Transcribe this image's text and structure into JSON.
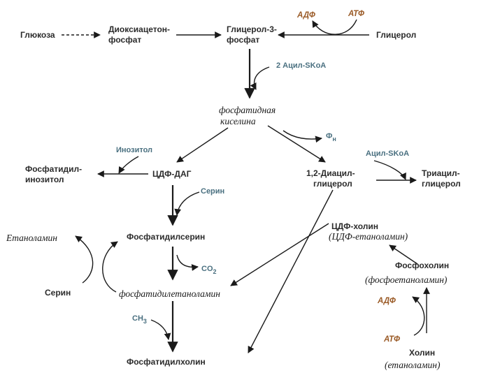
{
  "nodes": {
    "glucose": "Глюкоза",
    "dhap_1": "Диоксиацетон-",
    "dhap_2": "фосфат",
    "g3p_1": "Глицерол-3-",
    "g3p_2": "фосфат",
    "glycerol": "Глицерол",
    "adp_top": "АДФ",
    "atp_top": "АТФ",
    "acyl_skoa_2": "2 Ацил-SKoA",
    "pa_1": "фосфатидная",
    "pa_2": "киселина",
    "phosphate": "Ф",
    "phosphate_sub": "н",
    "inositol": "Инозитол",
    "pi_1": "Фосфатидил-",
    "pi_2": "инозитол",
    "cdp_dag": "ЦДФ-ДАГ",
    "dag_1": "1,2-Диацил-",
    "dag_2": "глицерол",
    "acyl_skoa": "Ацил-SKoA",
    "tag_1": "Триацил-",
    "tag_2": "глицерол",
    "serine_in": "Серин",
    "cdp_choline_1": "ЦДФ-холин",
    "cdp_choline_2": "(ЦДФ-етаноламин)",
    "ethanolamine": "Етаноламин",
    "ps": "Фосфатидилсерин",
    "co2": "CO",
    "co2_sub": "2",
    "phosphocholine_1": "Фосфохолин",
    "phosphocholine_2": "(фосфоетаноламин)",
    "serine_ex": "Серин",
    "pe": "фосфатидилетаноламин",
    "adp_bottom": "АДФ",
    "ch3": "CH",
    "ch3_sub": "3",
    "atp_bottom": "АТФ",
    "choline_1": "Холин",
    "choline_2": "(етаноламин)",
    "pc": "Фосфатидилхолин"
  },
  "colors": {
    "text": "#2b2b2b",
    "cofactor_blue": "#4a7080",
    "energy_brown": "#9a5a26",
    "line": "#1a1a1a"
  }
}
